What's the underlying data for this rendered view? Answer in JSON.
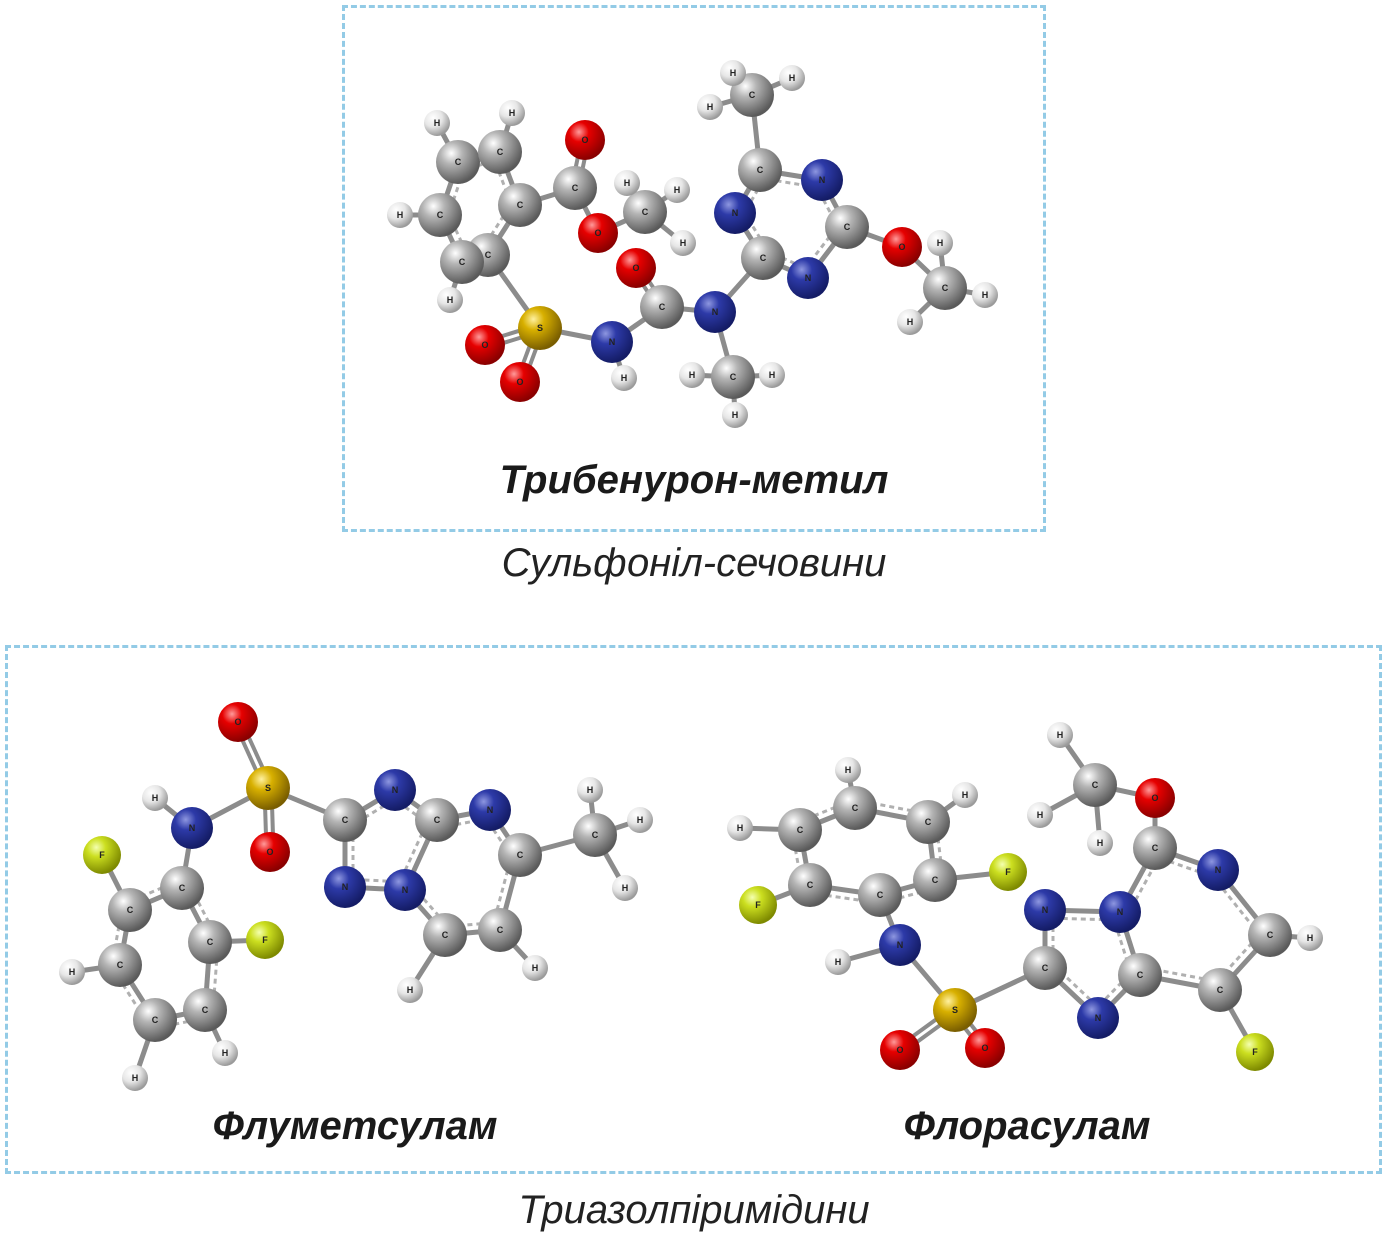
{
  "colors": {
    "box_border": "#93cbe6",
    "carbon": "#9a9a9a",
    "hydrogen": "#e8e8e8",
    "nitrogen": "#26339b",
    "oxygen": "#e00000",
    "sulfur": "#c9a400",
    "fluorine": "#c8dc1e"
  },
  "top_group": {
    "molecule_name": "Трибенурон-метил",
    "caption": "Сульфоніл-сечовини"
  },
  "bottom_group": {
    "molecules": [
      {
        "name": "Флуметсулам"
      },
      {
        "name": "Флорасулам"
      }
    ],
    "caption": "Триазолпіримідини"
  }
}
